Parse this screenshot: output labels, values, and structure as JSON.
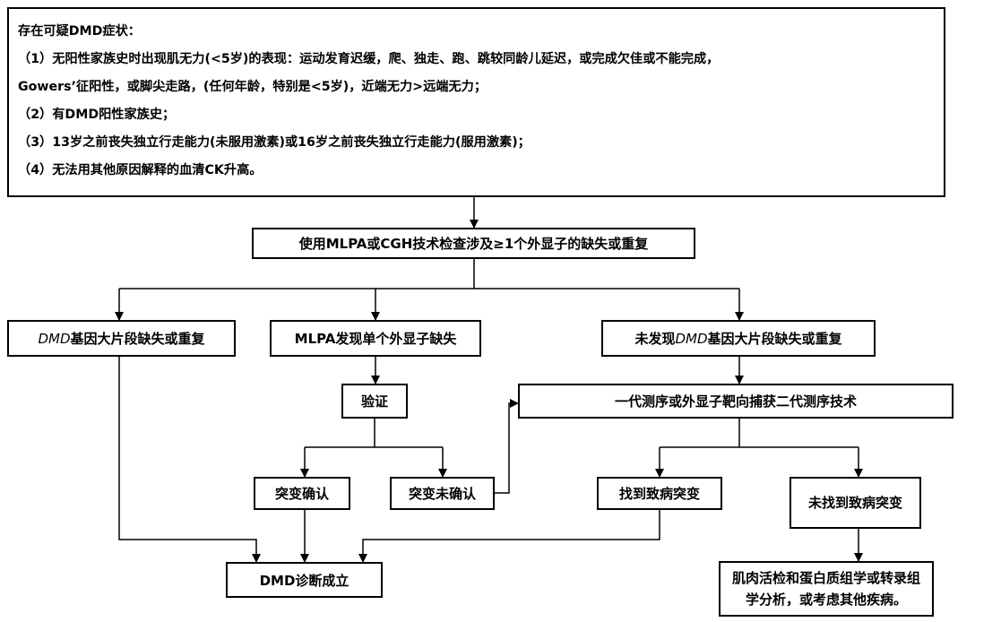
{
  "criteria": {
    "title": "存在可疑DMD症状：",
    "line1": "（1）无阳性家族史时出现肌无力(<5岁)的表现：运动发育迟缓，爬、独走、跑、跳较同龄儿延迟，或完成欠佳或不能完成，",
    "line2": "Gowers’征阳性，或脚尖走路，(任何年龄，特别是<5岁)，近端无力>远端无力；",
    "line3": "（2）有DMD阳性家族史；",
    "line4": "（3）13岁之前丧失独立行走能力(未服用激素)或16岁之前丧失独立行走能力(服用激素)；",
    "line5": "（4）无法用其他原因解释的血清CK升高。"
  },
  "nodes": {
    "mlpa_cgh": "使用MLPA或CGH技术检查涉及≥1个外显子的缺失或重复",
    "large_deletion_prefix": "DMD",
    "large_deletion_suffix": "基因大片段缺失或重复",
    "single_exon": "MLPA发现单个外显子缺失",
    "not_found_prefix": "未发现",
    "not_found_italic": "DMD",
    "not_found_suffix": "基因大片段缺失或重复",
    "verify": "验证",
    "ngs": "一代测序或外显子靶向捕获二代测序技术",
    "mut_confirmed": "突变确认",
    "mut_unconfirmed": "突变未确认",
    "found_pathogenic": "找到致病突变",
    "not_found_pathogenic": "未找到致病突变",
    "dmd_diagnosis": "DMD诊断成立",
    "biopsy": "肌肉活检和蛋白质组学或转录组学分析，或考虑其他疾病。"
  }
}
